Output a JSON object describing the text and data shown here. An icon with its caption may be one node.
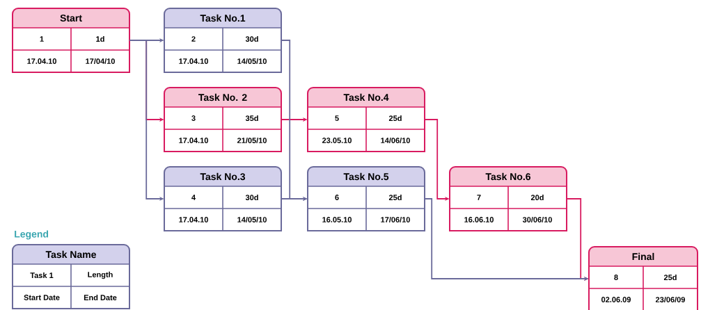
{
  "diagram": {
    "nodes": [
      {
        "text": [
          "Start",
          "1",
          "1d",
          "17.04.10",
          "17/04/10"
        ]
      },
      {
        "text": [
          "Task No.1",
          "2",
          "30d",
          "17.04.10",
          "14/05/10"
        ]
      },
      {
        "text": [
          "Task No. 2",
          "3",
          "35d",
          "17.04.10",
          "21/05/10"
        ]
      },
      {
        "text": [
          "Task No.3",
          "4",
          "30d",
          "17.04.10",
          "14/05/10"
        ]
      },
      {
        "text": [
          "Task No.4",
          "5",
          "25d",
          "23.05.10",
          "14/06/10"
        ]
      },
      {
        "text": [
          "Task No.5",
          "6",
          "25d",
          "16.05.10",
          "17/06/10"
        ]
      },
      {
        "text": [
          "Task No.6",
          "7",
          "20d",
          "16.06.10",
          "30/06/10"
        ]
      },
      {
        "text": [
          "Final",
          "8",
          "25d",
          "02.06.09",
          "23/06/09"
        ]
      },
      {
        "text": [
          "Task Name",
          "Task 1",
          "Length",
          "Start Date",
          "End Date"
        ]
      }
    ],
    "edges": [
      {
        "from": 0,
        "to": 2,
        "arrow": "to",
        "color": "#d81b60"
      },
      {
        "from": 2,
        "to": 4,
        "arrow": "to",
        "color": "#d81b60"
      },
      {
        "from": 4,
        "to": 6,
        "arrow": "to",
        "color": "#d81b60"
      },
      {
        "from": 6,
        "to": 7,
        "arrow": "to",
        "color": "#d81b60"
      },
      {
        "from": 0,
        "to": 1,
        "arrow": "to"
      },
      {
        "from": 0,
        "to": 3,
        "arrow": "to"
      },
      {
        "from": 1,
        "to": 5,
        "arrow": "to"
      },
      {
        "from": 3,
        "to": 5,
        "arrow": "to"
      },
      {
        "from": 5,
        "to": 7,
        "arrow": "to"
      }
    ],
    "labels": [
      "Legend"
    ]
  }
}
